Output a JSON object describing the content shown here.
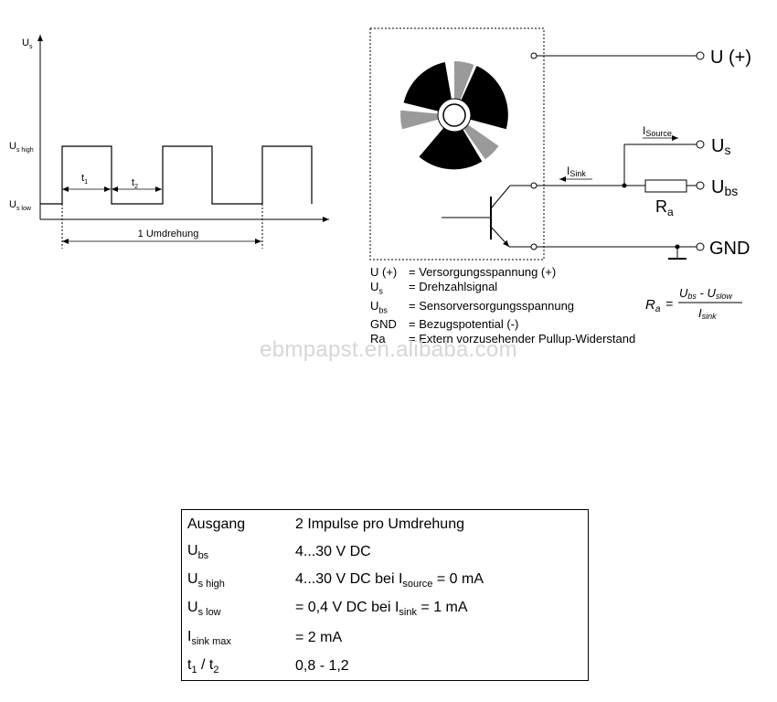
{
  "timing": {
    "y_axis_label": "U",
    "y_axis_sub": "s",
    "high_label": "U",
    "high_sub": "s high",
    "low_label": "U",
    "low_sub": "s low",
    "t1_label": "t",
    "t1_sub": "1",
    "t2_label": "t",
    "t2_sub": "2",
    "revolution_label": "1 Umdrehung"
  },
  "circuit": {
    "terminal_uplus": "U (+)",
    "terminal_us": "U",
    "terminal_us_sub": "s",
    "terminal_ubs": "U",
    "terminal_ubs_sub": "bs",
    "terminal_gnd": "GND",
    "resistor_label": "R",
    "resistor_sub": "a",
    "isource_label": "I",
    "isource_sub": "Source",
    "isink_label": "I",
    "isink_sub": "Sink",
    "formula_lhs": "R",
    "formula_lhs_sub": "a",
    "formula_eq": "=",
    "formula_num_a": "U",
    "formula_num_a_sub": "bs",
    "formula_minus": " - ",
    "formula_num_b": "U",
    "formula_num_b_sub": "slow",
    "formula_den": "I",
    "formula_den_sub": "sink"
  },
  "legend": [
    {
      "sym": "U (+)",
      "sub": "",
      "desc": "= Versorgungsspannung (+)"
    },
    {
      "sym": "U",
      "sub": "s",
      "desc": "= Drehzahlsignal"
    },
    {
      "sym": "U",
      "sub": "bs",
      "desc": "= Sensorversorgungsspannung"
    },
    {
      "sym": "GND",
      "sub": "",
      "desc": "= Bezugspotential (-)"
    },
    {
      "sym": "Ra",
      "sub": "",
      "desc": "= Extern vorzusehender Pullup-Widerstand"
    }
  ],
  "watermark": "ebmpapst.en.alibaba.com",
  "specs": [
    {
      "k": "Ausgang",
      "k_sub": "",
      "v": "2 Impulse pro Umdrehung",
      "v_sub": "",
      "v_tail": ""
    },
    {
      "k": "U",
      "k_sub": "bs",
      "v": "4...30 V DC",
      "v_sub": "",
      "v_tail": ""
    },
    {
      "k": "U",
      "k_sub": "s high",
      "v": "4...30 V DC bei I",
      "v_sub": "source",
      "v_tail": " = 0 mA"
    },
    {
      "k": "U",
      "k_sub": "s low",
      "v": "= 0,4 V DC bei I",
      "v_sub": "sink",
      "v_tail": " = 1 mA"
    },
    {
      "k": "I",
      "k_sub": "sink max",
      "v": "= 2 mA",
      "v_sub": "",
      "v_tail": ""
    },
    {
      "k": "t",
      "k_sub": "1",
      "k_tail": " / t",
      "k_sub2": "2",
      "v": "0,8 - 1,2",
      "v_sub": "",
      "v_tail": ""
    }
  ]
}
